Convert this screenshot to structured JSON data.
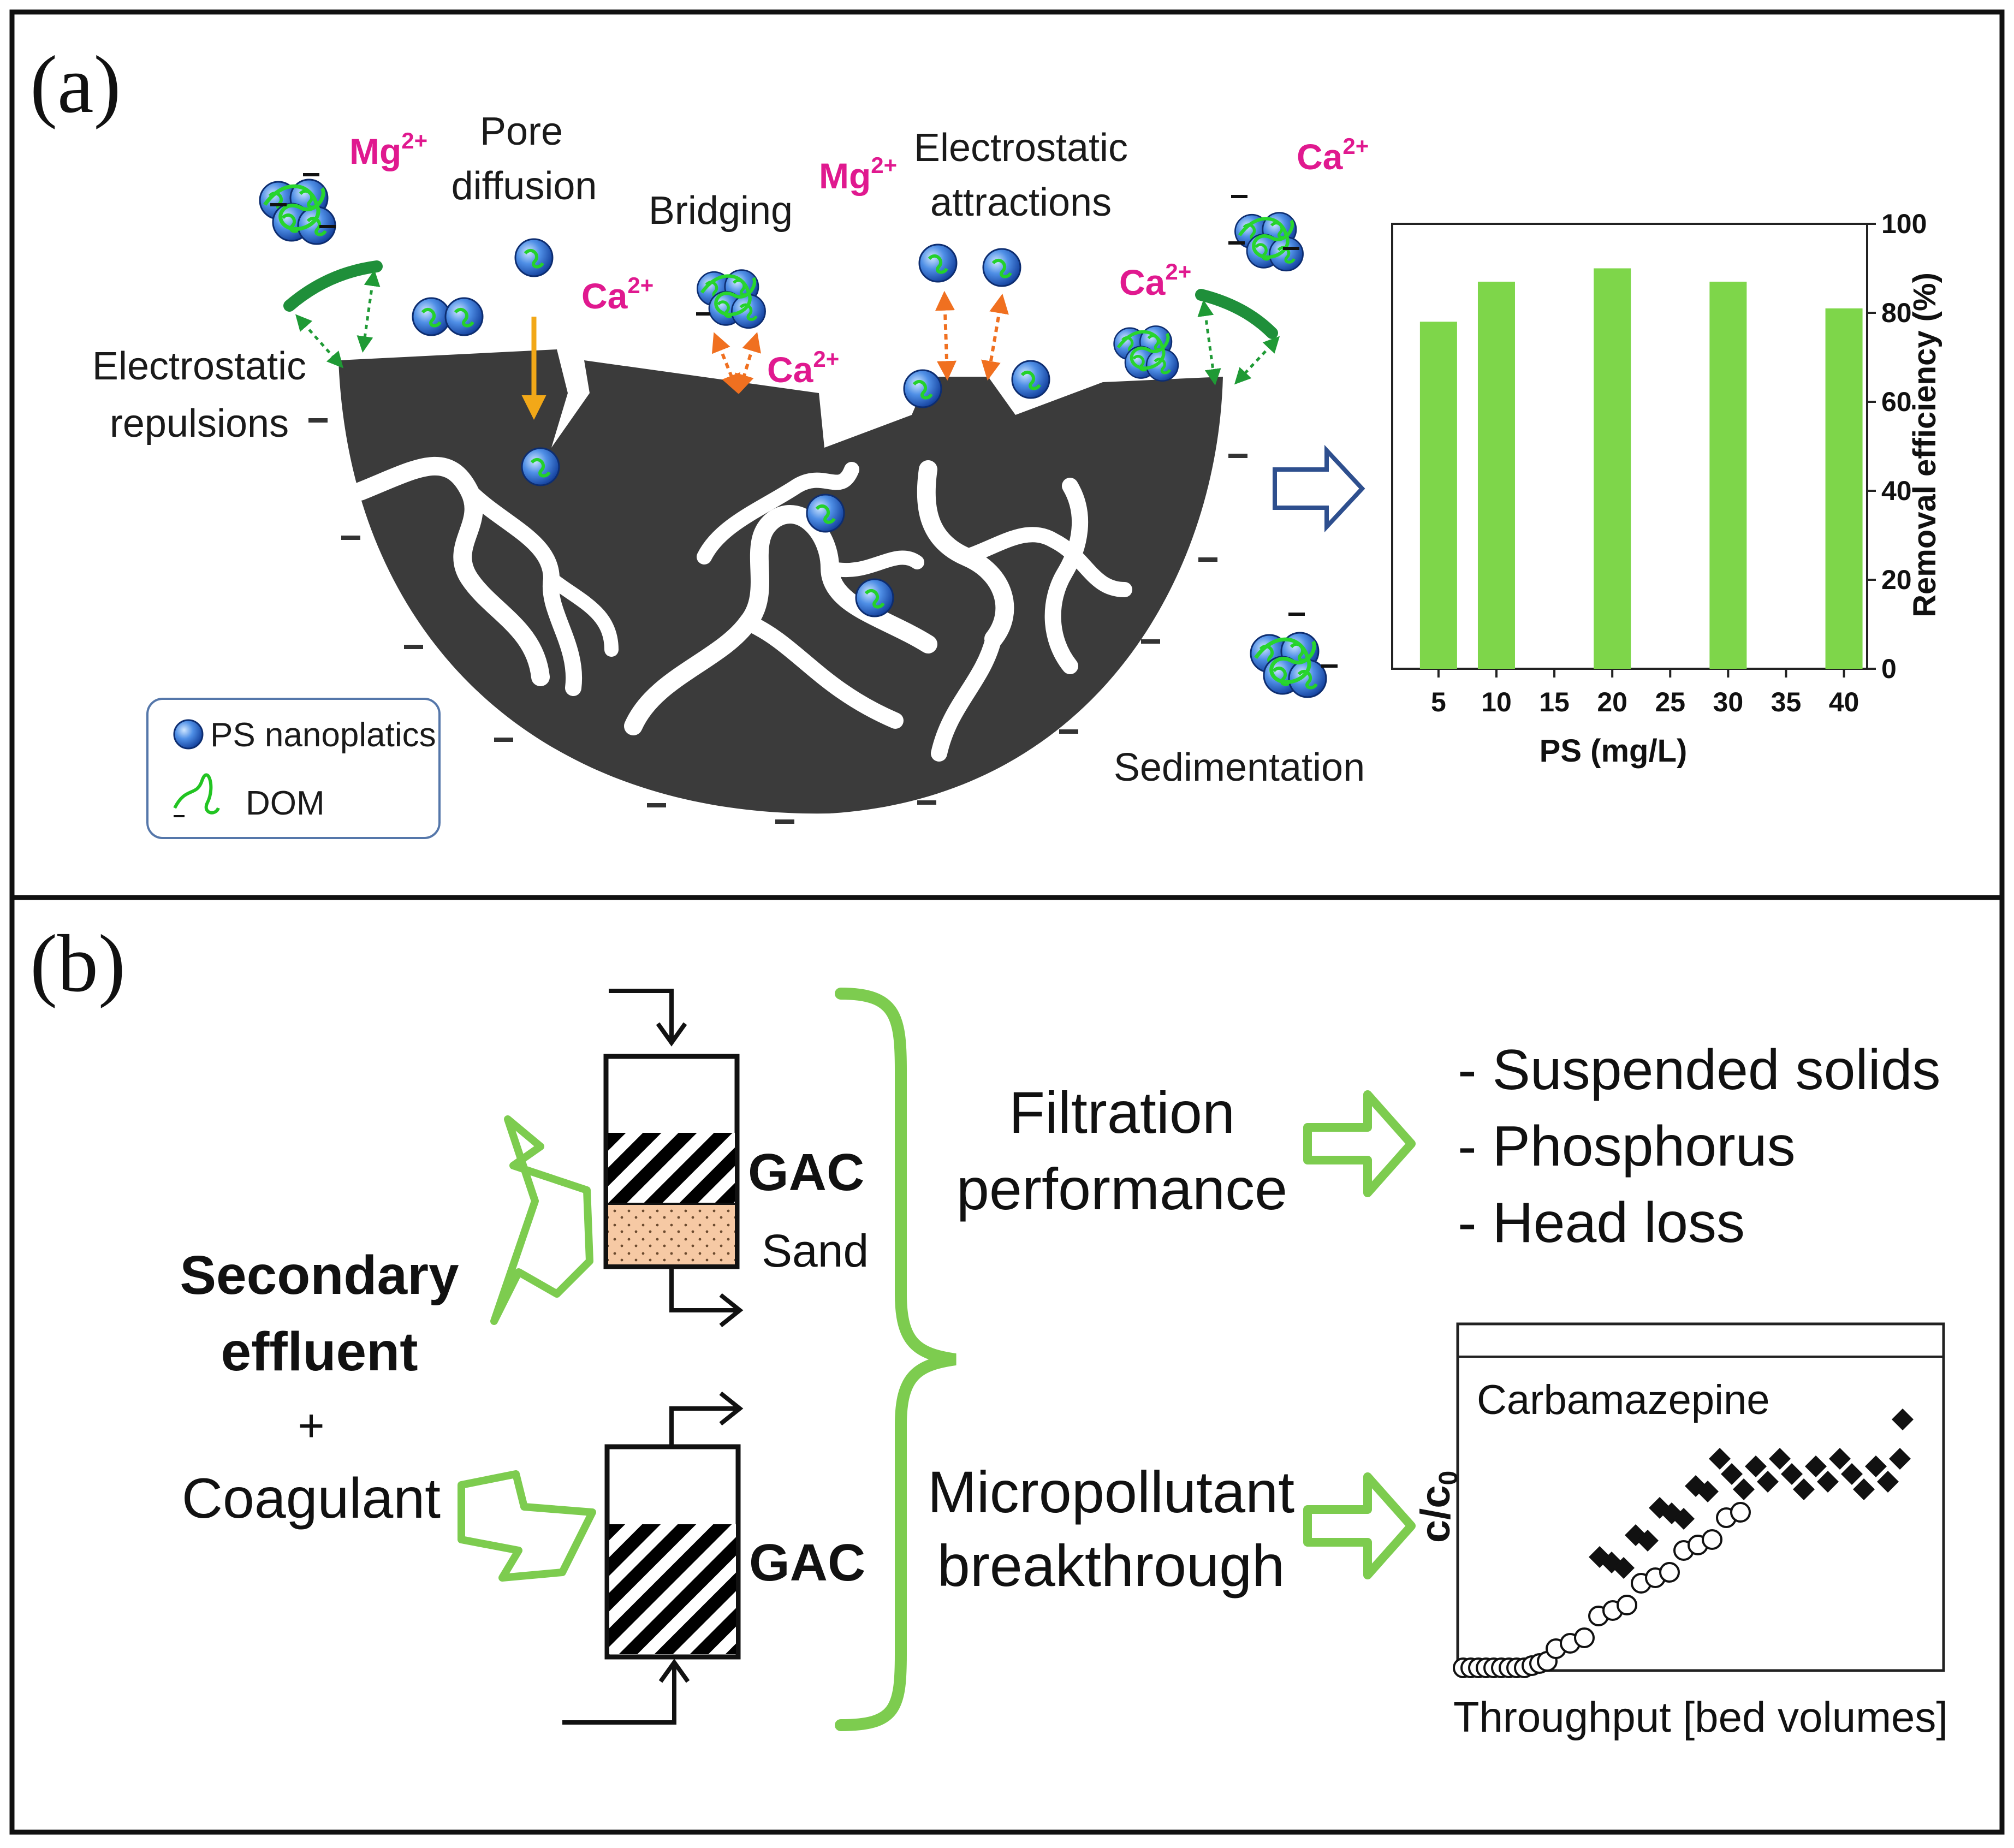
{
  "panel_a": {
    "tag": "(a)",
    "labels": {
      "pore_diffusion_1": "Pore",
      "pore_diffusion_2": "diffusion",
      "bridging": "Bridging",
      "electrostatic_attractions_1": "Electrostatic",
      "electrostatic_attractions_2": "attractions",
      "electrostatic_repulsions_1": "Electrostatic",
      "electrostatic_repulsions_2": "repulsions",
      "sedimentation": "Sedimentation"
    },
    "ions": {
      "mg_left": "Mg",
      "mg_left_charge": "2+",
      "mg_mid": "Mg",
      "mg_mid_charge": "2+",
      "ca_right_top": "Ca",
      "ca_right_top_charge": "2+",
      "ca_pore": "Ca",
      "ca_pore_charge": "2+",
      "ca_bridge": "Ca",
      "ca_bridge_charge": "2+",
      "ca_right": "Ca",
      "ca_right_charge": "2+"
    },
    "legend": {
      "ps": "PS nanoplatics",
      "dom": "DOM"
    },
    "colors": {
      "carbon": "#3b3b3b",
      "particle": "#3a78d6",
      "dom": "#22c422",
      "arc": "#1f8f3a",
      "ion": "#e0198f",
      "pore_arrow": "#f2a818",
      "attraction_arrow": "#f07020",
      "panel_arrow": "#2e4f8e"
    }
  },
  "chart_data": {
    "type": "bar",
    "categories": [
      "5",
      "10",
      "20",
      "30",
      "40"
    ],
    "values": [
      78,
      87,
      90,
      87,
      81
    ],
    "x_ticks": [
      "5",
      "10",
      "15",
      "20",
      "25",
      "30",
      "35",
      "40"
    ],
    "x_tick_values": [
      5,
      10,
      15,
      20,
      25,
      30,
      35,
      40
    ],
    "x_range": [
      1,
      42
    ],
    "y_ticks": [
      "0",
      "20",
      "40",
      "60",
      "80",
      "100"
    ],
    "y_tick_values": [
      0,
      20,
      40,
      60,
      80,
      100
    ],
    "ylim": [
      0,
      100
    ],
    "xlabel": "PS (mg/L)",
    "ylabel": "Removal efficiency (%)",
    "bar_color": "#7ed64a",
    "y_axis_side": "right"
  },
  "panel_b": {
    "tag": "(b)",
    "gac_top": "GAC",
    "sand": "Sand",
    "gac_bottom": "GAC",
    "secondary_1": "Secondary",
    "secondary_2": "effluent",
    "plus": "+",
    "coagulant": "Coagulant",
    "filtration_1": "Filtration",
    "filtration_2": "performance",
    "micro_1": "Micropollutant",
    "micro_2": "breakthrough",
    "outcomes": [
      "- Suspended solids",
      "- Phosphorus",
      "- Head loss"
    ],
    "inset_title": "Carbamazepine",
    "inset_ylabel": "c/c",
    "inset_ylabel_sub": "0",
    "inset_xlabel": "Throughput [bed volumes]",
    "colors": {
      "green": "#7dcc4f",
      "sand": "#f6c9a4"
    }
  }
}
